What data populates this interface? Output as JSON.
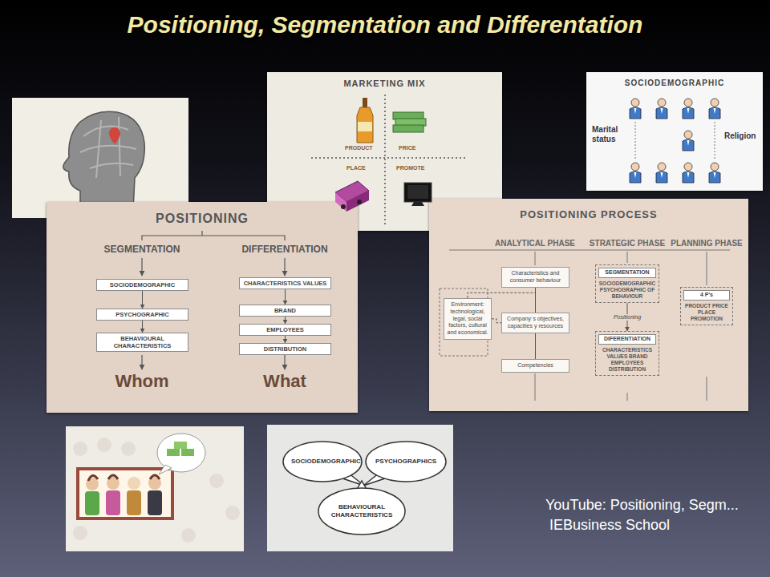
{
  "diagram": {
    "title": "Positioning, Segmentation and Differentation",
    "nodes": [
      {
        "text": [
          "MARKETING MIX"
        ]
      },
      {
        "text": [
          "SOCIODEMOGRAPHIC"
        ]
      },
      {
        "text": [
          "POSITIONING"
        ]
      },
      {
        "text": [
          "SOCIODEMOGRAPHIC"
        ],
        "in": 2
      },
      {
        "text": [
          "PSYCHOGRAPHIC"
        ],
        "in": 2
      },
      {
        "text": [
          "BEHAVIOURAL CHARACTERISTICS"
        ],
        "in": 2
      },
      {
        "text": [
          "CHARACTERISTICS VALUES"
        ],
        "in": 2
      },
      {
        "text": [
          "BRAND"
        ],
        "in": 2
      },
      {
        "text": [
          "EMPLOYEES"
        ],
        "in": 2
      },
      {
        "text": [
          "DISTRIBUTION"
        ],
        "in": 2
      },
      {
        "text": [
          "POSITIONING PROCESS"
        ]
      },
      {
        "text": [
          "Characteristics and consumer behaviour"
        ],
        "in": 10
      },
      {
        "text": [
          "Environment: technological, legal, social factors, cultural and economical."
        ],
        "in": 10
      },
      {
        "text": [
          "Company´s objectives, capacities y resources"
        ],
        "in": 10
      },
      {
        "text": [
          "Competencies"
        ],
        "in": 10
      },
      {
        "text": [
          "SEGMENTATION",
          "SOCIODEMOGRAPHIC PSYCHOGRAPHIC OF BEHAVIOUR"
        ],
        "in": 10
      },
      {
        "text": [
          "DIFERENTIATION",
          "CHARACTERISTICS VALUES BRAND EMPLOYEES DISTRIBUTION"
        ],
        "in": 10
      },
      {
        "text": [
          "4 P's",
          "PRODUCT PRICE PLACE PROMOTION"
        ],
        "in": 10
      },
      {
        "text": [
          "SOCIODEMOGRAPHIC"
        ]
      },
      {
        "text": [
          "PSYCHOGRAPHICS"
        ]
      },
      {
        "text": [
          "BEHAVIOURAL CHARACTERISTICS"
        ]
      }
    ],
    "edges": [
      {
        "from": 3,
        "to": 4,
        "arrow": "to"
      },
      {
        "from": 4,
        "to": 5,
        "arrow": "to"
      },
      {
        "from": 6,
        "to": 7,
        "arrow": "to"
      },
      {
        "from": 7,
        "to": 8,
        "arrow": "to"
      },
      {
        "from": 8,
        "to": 9,
        "arrow": "to"
      },
      {
        "from": 11,
        "to": 13,
        "arrow": "none"
      },
      {
        "from": 13,
        "to": 14,
        "arrow": "none"
      },
      {
        "from": 12,
        "to": 11,
        "arrow": "none"
      },
      {
        "from": 12,
        "to": 13,
        "arrow": "none"
      },
      {
        "from": 15,
        "to": 16,
        "label": "Positioning",
        "arrow": "to"
      }
    ],
    "labels": [
      "PRODUCT",
      "PRICE",
      "PLACE",
      "PROMOTE",
      "Marital status",
      "Religion",
      "SEGMENTATION",
      "DIFFERENTIATION",
      "Whom",
      "What",
      "ANALYTICAL PHASE",
      "STRATEGIC PHASE",
      "PLANNING PHASE",
      "YouTube: Positioning, Segm...",
      "IEBusiness School"
    ]
  }
}
